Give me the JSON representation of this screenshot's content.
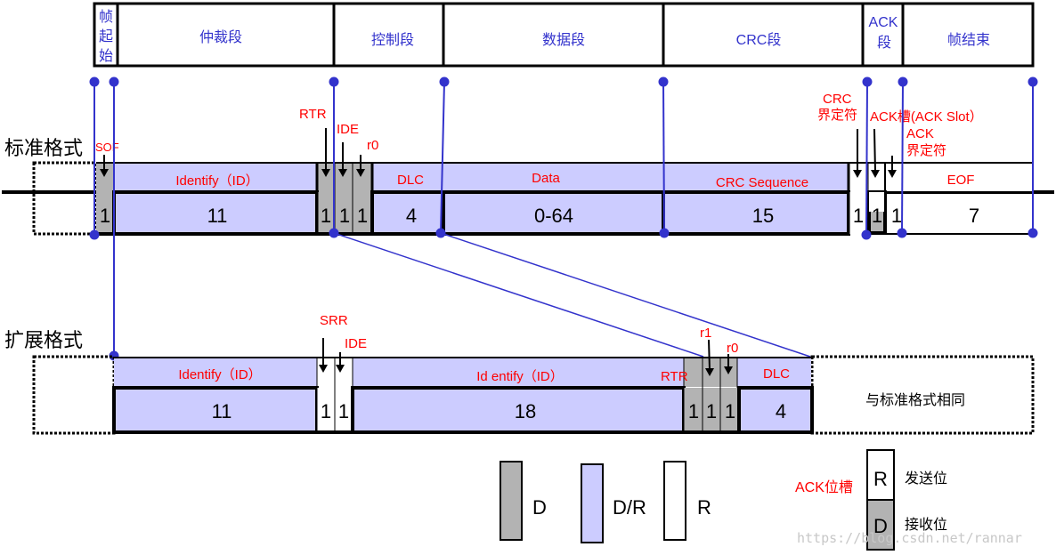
{
  "colors": {
    "dominant": "#b3b3b3",
    "dominant_or_recessive": "#ccccff",
    "recessive": "#ffffff",
    "marker": "#3333cc",
    "label_red": "#ff0000",
    "segment_text": "#3333cc"
  },
  "segments_header": [
    {
      "id": "sof",
      "label": "帧起始"
    },
    {
      "id": "arbitration",
      "label": "仲裁段"
    },
    {
      "id": "control",
      "label": "控制段"
    },
    {
      "id": "data",
      "label": "数据段"
    },
    {
      "id": "crc",
      "label": "CRC段"
    },
    {
      "id": "ack",
      "label": "ACK段"
    },
    {
      "id": "eof",
      "label": "帧结束"
    }
  ],
  "standard": {
    "title": "标准格式",
    "field_labels": {
      "sof": "SOF",
      "identifier": "Identify（ID）",
      "rtr": "RTR",
      "ide": "IDE",
      "r0": "r0",
      "dlc": "DLC",
      "data": "Data",
      "crc_seq": "CRC Sequence",
      "crc_delim": "CRC 界定符",
      "ack_slot": "ACK槽(ACK Slot）",
      "ack_delim": "ACK 界定符",
      "eof": "EOF"
    },
    "bits": {
      "sof": "1",
      "identifier": "11",
      "rtr": "1",
      "ide": "1",
      "r0": "1",
      "dlc": "4",
      "data": "0-64",
      "crc_seq": "15",
      "crc_delim": "1",
      "ack_slot": "1",
      "ack_delim": "1",
      "eof": "7"
    }
  },
  "extended": {
    "title": "扩展格式",
    "field_labels": {
      "identifier_a": "Identify（ID）",
      "srr": "SRR",
      "ide": "IDE",
      "identifier_b": "Id entify（ID）",
      "rtr": "RTR",
      "r1": "r1",
      "r0": "r0",
      "dlc": "DLC"
    },
    "bits": {
      "identifier_a": "11",
      "srr": "1",
      "ide": "1",
      "identifier_b": "18",
      "rtr": "1",
      "r1": "1",
      "r0": "1",
      "dlc": "4"
    },
    "rest_note": "与标准格式相同"
  },
  "legend": {
    "items": [
      {
        "key": "dominant",
        "label": "D"
      },
      {
        "key": "dominant_or_recessive",
        "label": "D/R"
      },
      {
        "key": "recessive",
        "label": "R"
      }
    ],
    "ack_slot_title": "ACK位槽",
    "ack_sender_letter": "R",
    "ack_sender_label": "发送位",
    "ack_receiver_letter": "D",
    "ack_receiver_label": "接收位"
  },
  "watermark": "https://blog.csdn.net/rannar"
}
